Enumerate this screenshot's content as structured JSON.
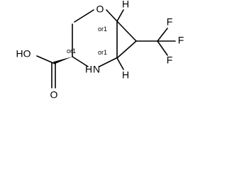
{
  "atoms": {
    "oxygen_ring": "O",
    "nitrogen_ring": "N",
    "nitrogen_h": "H",
    "carbonyl_o": "O",
    "hydroxyl": "HO",
    "h_top": "H",
    "h_bottom": "H",
    "f_top": "F",
    "f_right": "F",
    "f_bottom": "F"
  },
  "stereo_labels": {
    "c_top": "or1",
    "c_acid": "or1",
    "c_bottom": "or1"
  },
  "colors": {
    "ink": "#000000",
    "background": "#ffffff"
  }
}
